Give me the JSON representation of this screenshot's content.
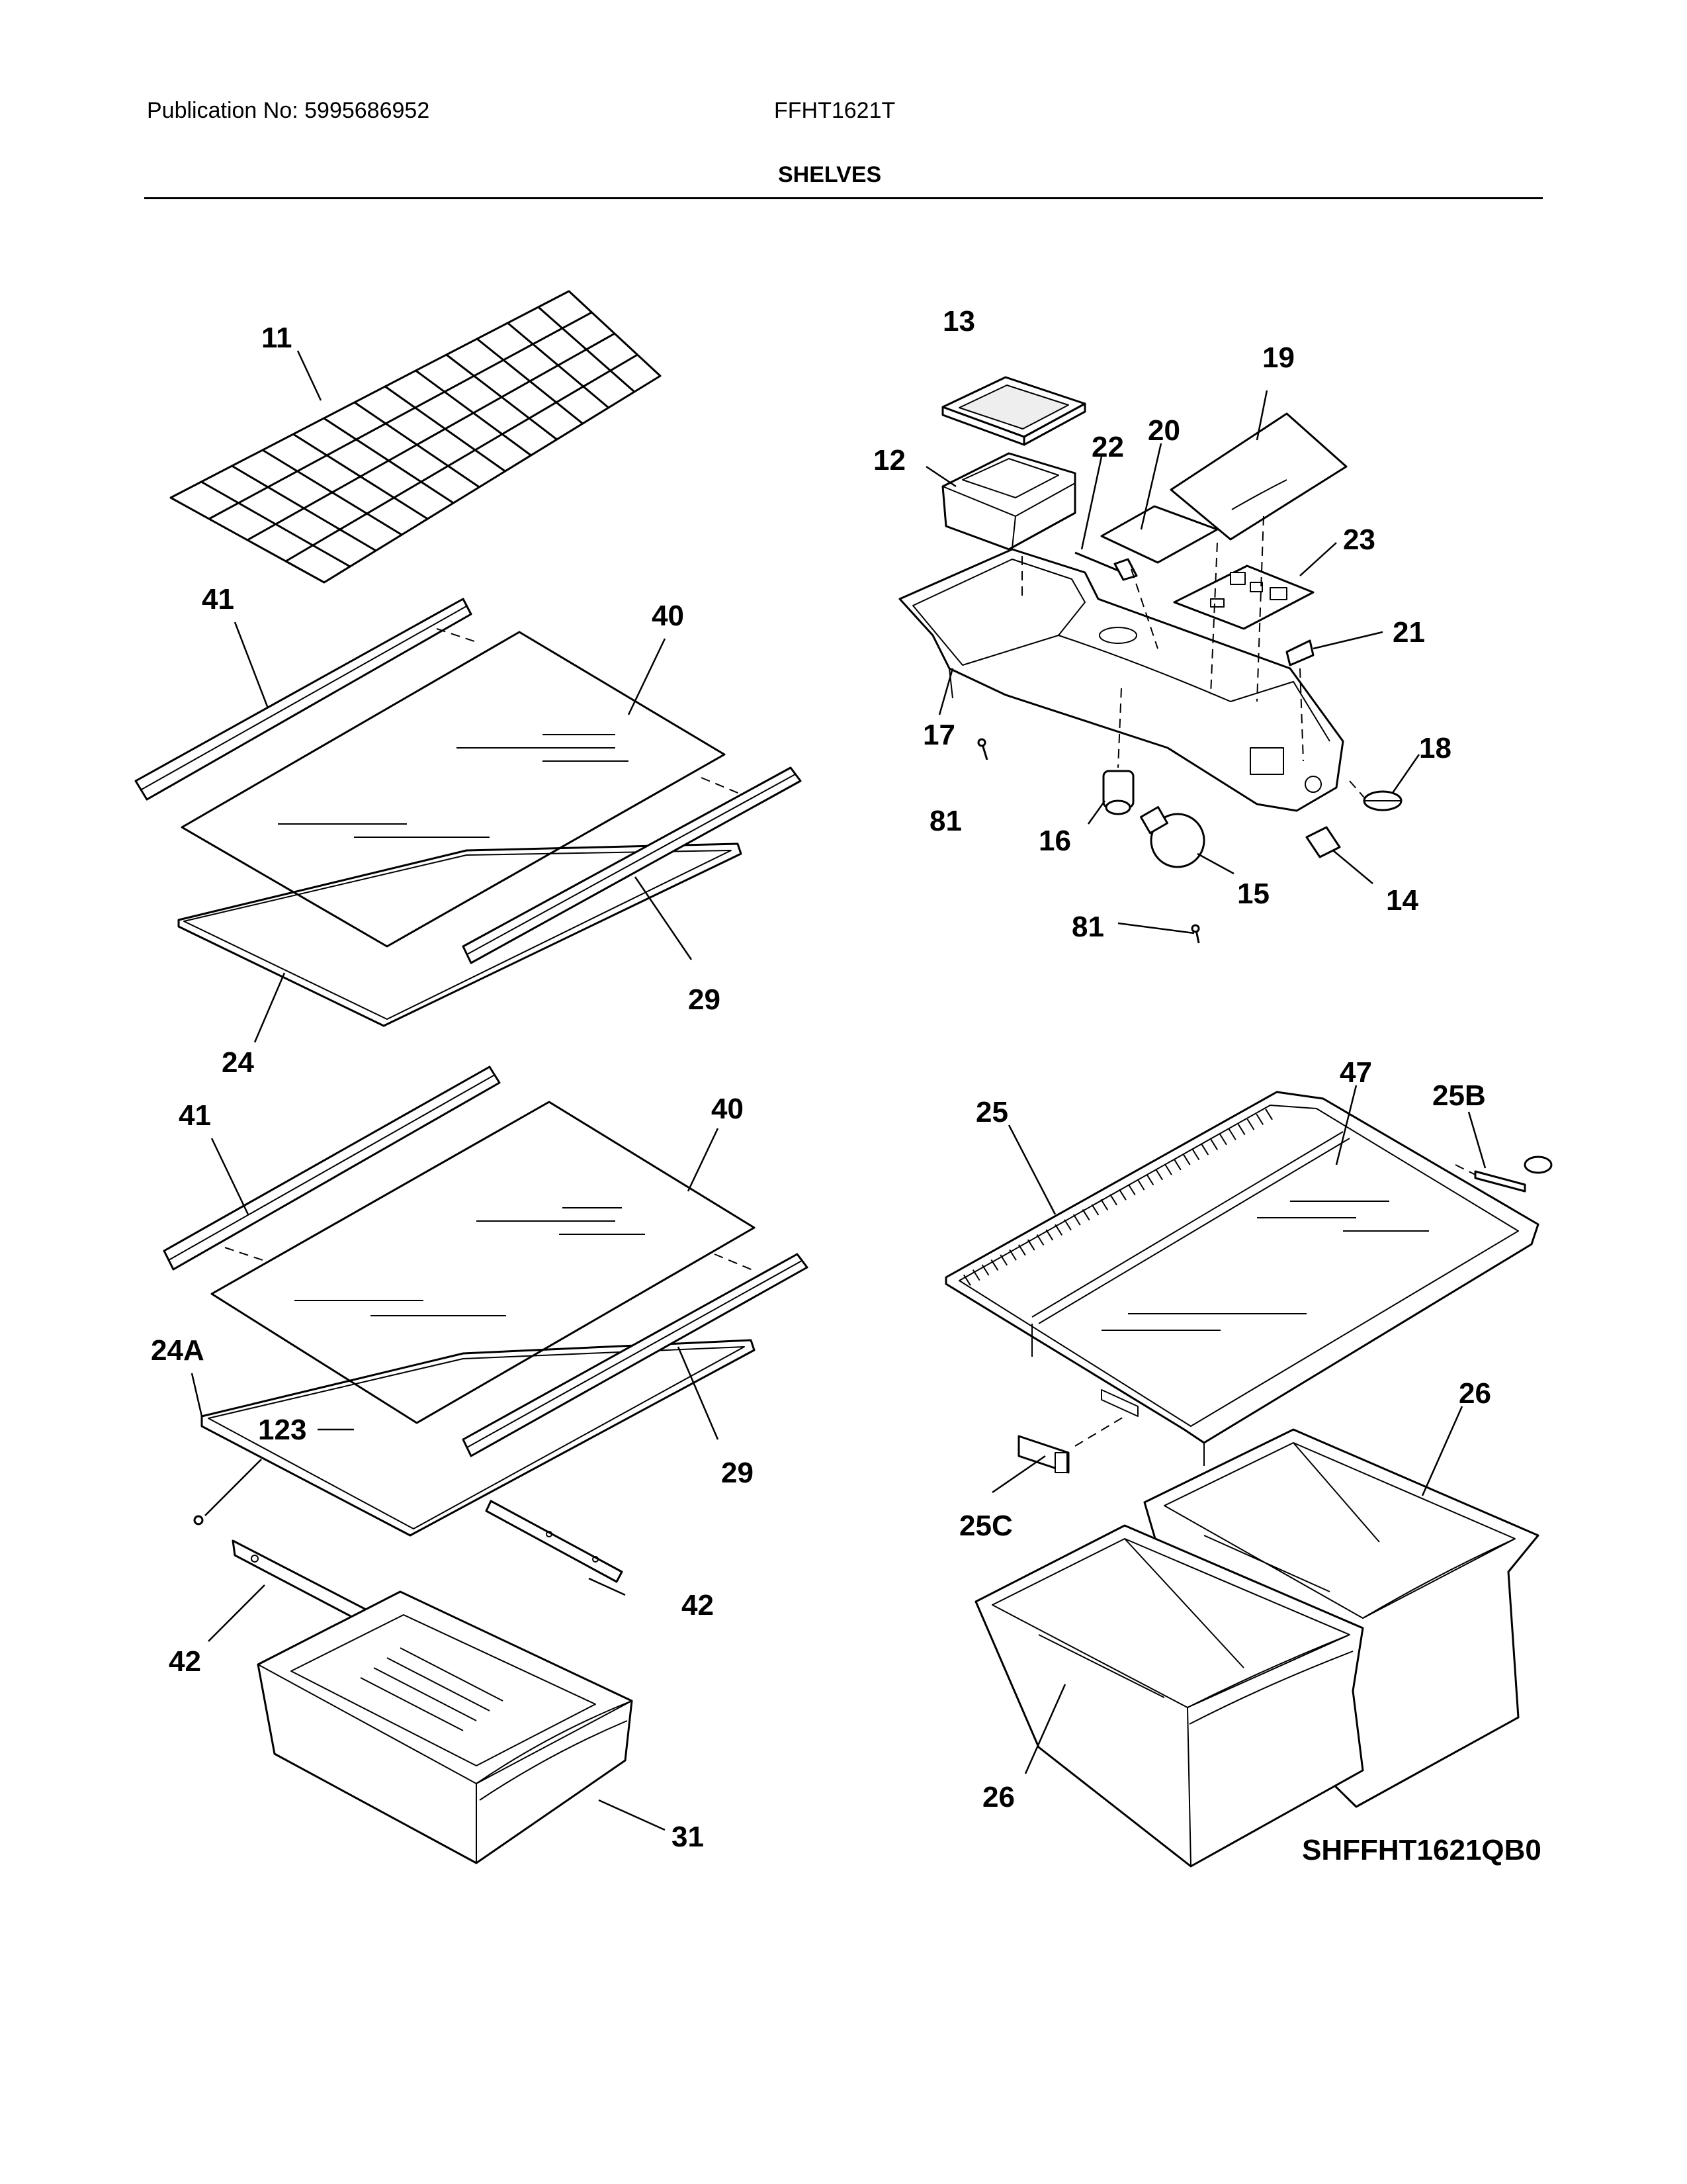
{
  "header": {
    "publication": "Publication No: 5995686952",
    "model": "FFHT1621T",
    "section": "SHELVES"
  },
  "diagram_code": "SHFFHT1621QB0",
  "callouts": {
    "c11": "11",
    "c41a": "41",
    "c40a": "40",
    "c29a": "29",
    "c24": "24",
    "c41b": "41",
    "c40b": "40",
    "c24a": "24A",
    "c123": "123",
    "c29b": "29",
    "c42a": "42",
    "c42b": "42",
    "c31": "31",
    "c13": "13",
    "c12": "12",
    "c22": "22",
    "c20": "20",
    "c19": "19",
    "c23": "23",
    "c21": "21",
    "c17": "17",
    "c18": "18",
    "c81a": "81",
    "c16": "16",
    "c15": "15",
    "c14": "14",
    "c81b": "81",
    "c25": "25",
    "c47": "47",
    "c25b": "25B",
    "c25c": "25C",
    "c26a": "26",
    "c26b": "26"
  }
}
